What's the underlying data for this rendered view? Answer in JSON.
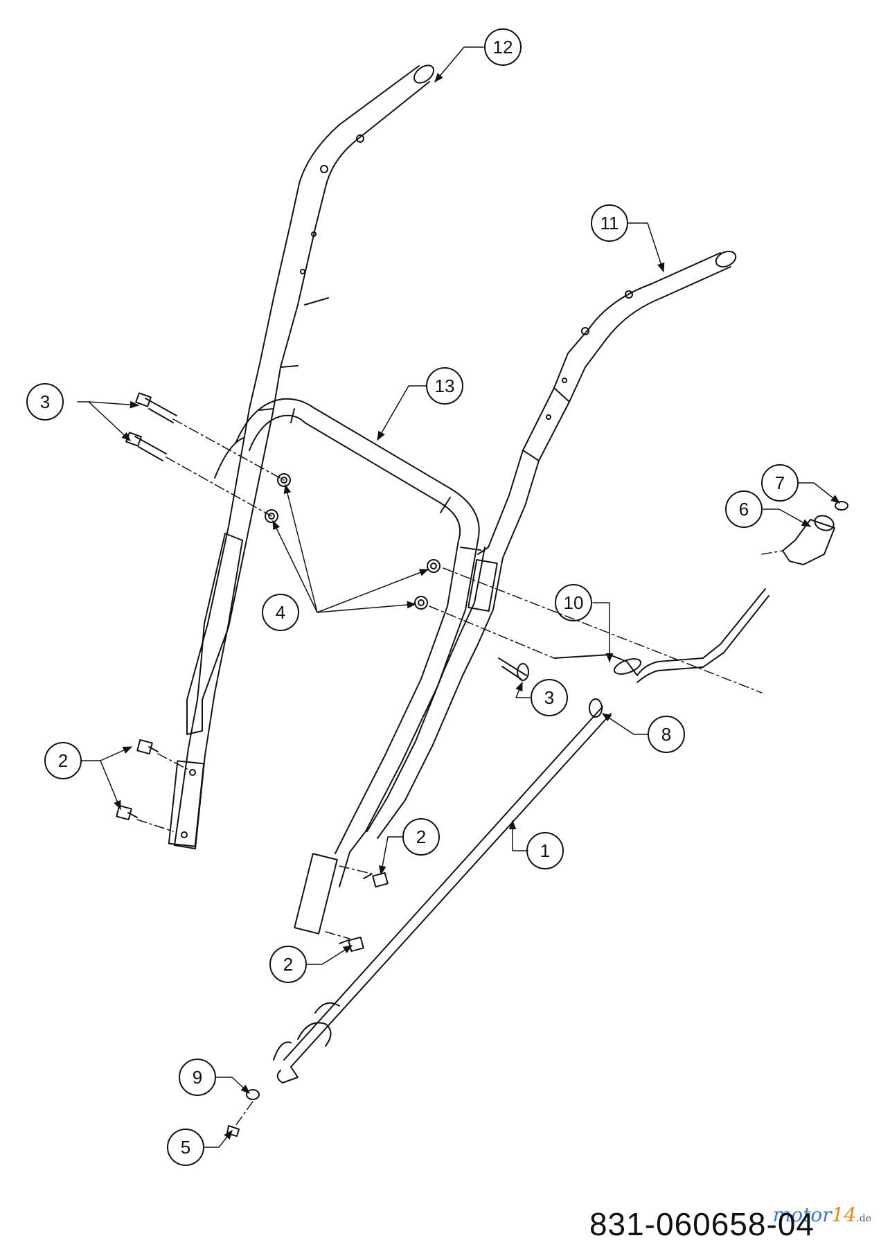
{
  "diagram": {
    "part_number": "831-060658-04",
    "watermark": {
      "part_a": "motor",
      "part_b": "14",
      "part_c": ".de"
    },
    "callouts": [
      {
        "id": "c12",
        "label": "12"
      },
      {
        "id": "c11",
        "label": "11"
      },
      {
        "id": "c13",
        "label": "13"
      },
      {
        "id": "c3a",
        "label": "3"
      },
      {
        "id": "c7",
        "label": "7"
      },
      {
        "id": "c6",
        "label": "6"
      },
      {
        "id": "c4",
        "label": "4"
      },
      {
        "id": "c10",
        "label": "10"
      },
      {
        "id": "c3b",
        "label": "3"
      },
      {
        "id": "c8",
        "label": "8"
      },
      {
        "id": "c2a",
        "label": "2"
      },
      {
        "id": "c1",
        "label": "1"
      },
      {
        "id": "c2b",
        "label": "2"
      },
      {
        "id": "c2c",
        "label": "2"
      },
      {
        "id": "c9",
        "label": "9"
      },
      {
        "id": "c5",
        "label": "5"
      }
    ]
  }
}
